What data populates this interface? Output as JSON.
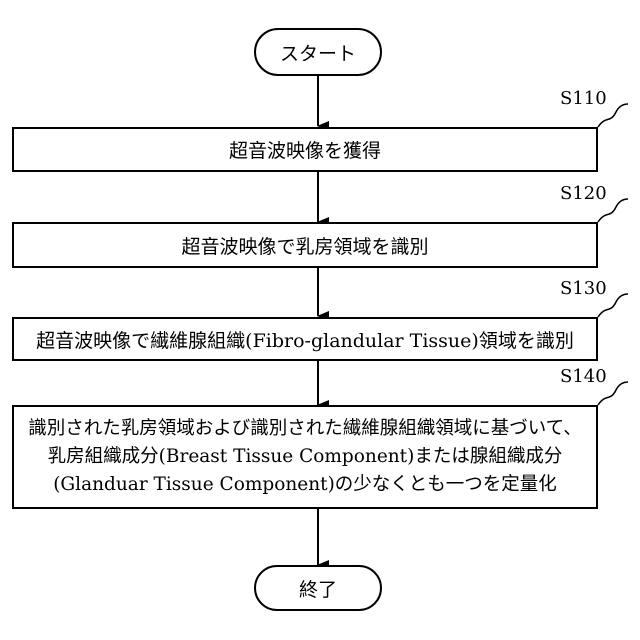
{
  "start": {
    "label": "スタート"
  },
  "end": {
    "label": "終了"
  },
  "steps": [
    {
      "id": "S110",
      "text": "超音波映像を獲得"
    },
    {
      "id": "S120",
      "text": "超音波映像で乳房領域を識別"
    },
    {
      "id": "S130",
      "text": "超音波映像で繊維腺組織(Fibro-glandular Tissue)領域を識別"
    },
    {
      "id": "S140",
      "lines": [
        "識別された乳房領域および識別された繊維腺組織領域に基づいて、",
        "乳房組織成分(Breast Tissue Component)または腺組織成分",
        "(Glanduar Tissue Component)の少なくとも一つを定量化"
      ]
    }
  ]
}
